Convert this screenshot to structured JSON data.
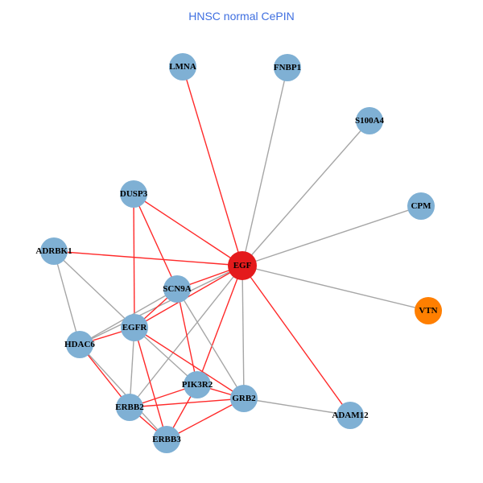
{
  "title": "HNSC normal CePIN",
  "colors": {
    "node": "#7fb0d4",
    "focus": "#e41a1c",
    "special": "#ff7f00",
    "edge_red": "#ff2a2a",
    "edge_gray": "#a6a6a6"
  },
  "nodes": [
    {
      "id": "EGF",
      "type": "focus"
    },
    {
      "id": "LMNA"
    },
    {
      "id": "FNBP1"
    },
    {
      "id": "S100A4"
    },
    {
      "id": "CPM"
    },
    {
      "id": "VTN",
      "type": "special"
    },
    {
      "id": "ADAM12"
    },
    {
      "id": "GRB2"
    },
    {
      "id": "PIK3R2"
    },
    {
      "id": "ERBB2"
    },
    {
      "id": "ERBB3"
    },
    {
      "id": "EGFR"
    },
    {
      "id": "HDAC6"
    },
    {
      "id": "SCN9A"
    },
    {
      "id": "DUSP3"
    },
    {
      "id": "ADRBK1"
    }
  ],
  "edges": [
    [
      "EGF",
      "LMNA",
      "red"
    ],
    [
      "EGF",
      "FNBP1",
      "gray"
    ],
    [
      "EGF",
      "S100A4",
      "gray"
    ],
    [
      "EGF",
      "CPM",
      "gray"
    ],
    [
      "EGF",
      "VTN",
      "gray"
    ],
    [
      "EGF",
      "ADAM12",
      "red"
    ],
    [
      "EGF",
      "GRB2",
      "gray"
    ],
    [
      "EGF",
      "PIK3R2",
      "red"
    ],
    [
      "EGF",
      "ERBB2",
      "gray"
    ],
    [
      "EGF",
      "SCN9A",
      "red"
    ],
    [
      "EGF",
      "EGFR",
      "red"
    ],
    [
      "EGF",
      "HDAC6",
      "gray"
    ],
    [
      "EGF",
      "DUSP3",
      "red"
    ],
    [
      "EGF",
      "ADRBK1",
      "red"
    ],
    [
      "DUSP3",
      "EGFR",
      "red"
    ],
    [
      "DUSP3",
      "SCN9A",
      "red"
    ],
    [
      "ADRBK1",
      "HDAC6",
      "gray"
    ],
    [
      "ADRBK1",
      "EGFR",
      "gray"
    ],
    [
      "SCN9A",
      "HDAC6",
      "gray"
    ],
    [
      "SCN9A",
      "EGFR",
      "red"
    ],
    [
      "SCN9A",
      "PIK3R2",
      "red"
    ],
    [
      "SCN9A",
      "GRB2",
      "gray"
    ],
    [
      "EGFR",
      "HDAC6",
      "red"
    ],
    [
      "EGFR",
      "ERBB2",
      "gray"
    ],
    [
      "EGFR",
      "ERBB3",
      "red"
    ],
    [
      "EGFR",
      "GRB2",
      "red"
    ],
    [
      "EGFR",
      "PIK3R2",
      "gray"
    ],
    [
      "HDAC6",
      "ERBB2",
      "red"
    ],
    [
      "HDAC6",
      "ERBB3",
      "gray"
    ],
    [
      "ERBB2",
      "PIK3R2",
      "red"
    ],
    [
      "ERBB2",
      "GRB2",
      "red"
    ],
    [
      "ERBB2",
      "ERBB3",
      "red"
    ],
    [
      "ERBB3",
      "PIK3R2",
      "red"
    ],
    [
      "ERBB3",
      "GRB2",
      "red"
    ],
    [
      "PIK3R2",
      "GRB2",
      "red"
    ],
    [
      "GRB2",
      "ADAM12",
      "gray"
    ]
  ]
}
